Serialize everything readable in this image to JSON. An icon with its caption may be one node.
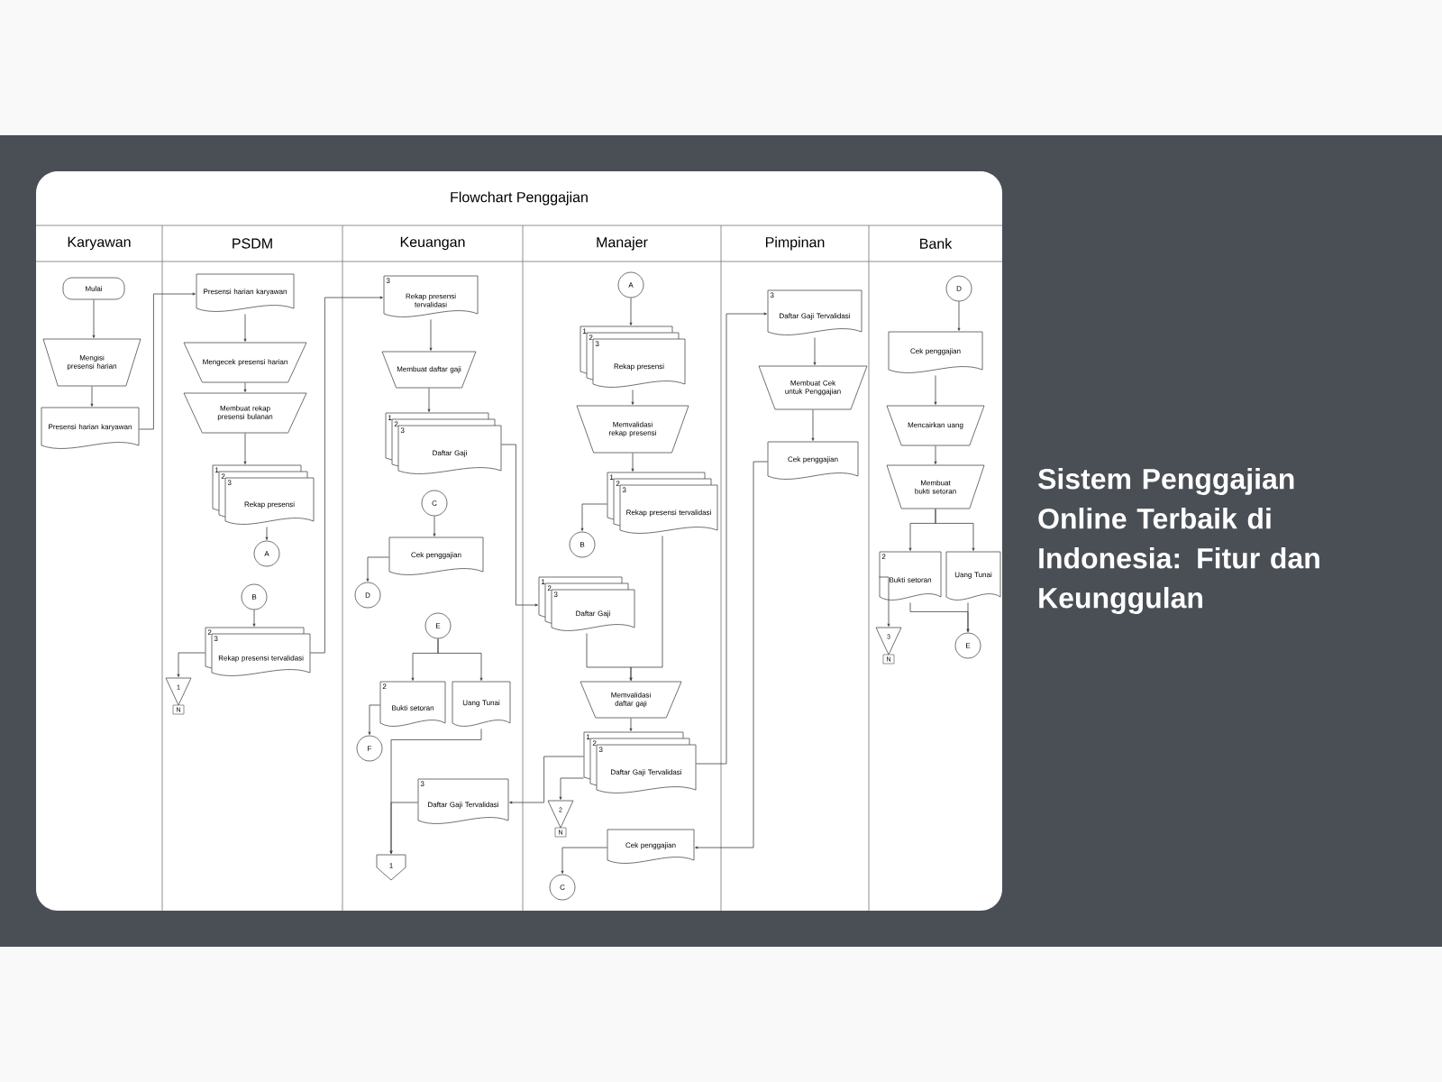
{
  "diagram": {
    "title": "Flowchart Penggajian",
    "nodes": [
      {
        "text": [
          "Mulai"
        ]
      },
      {
        "text": [
          "Mengisi presensi harian"
        ]
      },
      {
        "text": [
          "Presensi harian karyawan"
        ]
      },
      {
        "text": [
          "Presensi harian karyawan"
        ]
      },
      {
        "text": [
          "Mengecek presensi harian"
        ]
      },
      {
        "text": [
          "Membuat rekap presensi bulanan"
        ]
      },
      {
        "text": [
          "1",
          "2",
          "3",
          "Rekap presensi"
        ]
      },
      {
        "text": [
          "A"
        ]
      },
      {
        "text": [
          "B"
        ]
      },
      {
        "text": [
          "2",
          "3",
          "Rekap presensi tervalidasi"
        ]
      },
      {
        "text": [
          "1",
          "N"
        ]
      },
      {
        "text": [
          "3",
          "Rekap presensi tervalidasi"
        ]
      },
      {
        "text": [
          "Membuat daftar gaji"
        ]
      },
      {
        "text": [
          "1",
          "2",
          "3",
          "Daftar Gaji"
        ]
      },
      {
        "text": [
          "C"
        ]
      },
      {
        "text": [
          "Cek penggajian"
        ]
      },
      {
        "text": [
          "D"
        ]
      },
      {
        "text": [
          "E"
        ]
      },
      {
        "text": [
          "2",
          "Bukti setoran"
        ]
      },
      {
        "text": [
          "Uang Tunai"
        ]
      },
      {
        "text": [
          "F"
        ]
      },
      {
        "text": [
          "3",
          "Daftar Gaji Tervalidasi"
        ]
      },
      {
        "text": [
          "1"
        ]
      },
      {
        "text": [
          "A"
        ]
      },
      {
        "text": [
          "1",
          "2",
          "3",
          "Rekap presensi"
        ]
      },
      {
        "text": [
          "Memvalidasi rekap presensi"
        ]
      },
      {
        "text": [
          "1",
          "2",
          "3",
          "Rekap presensi tervalidasi"
        ]
      },
      {
        "text": [
          "B"
        ]
      },
      {
        "text": [
          "1",
          "2",
          "3",
          "Daftar Gaji"
        ]
      },
      {
        "text": [
          "Memvalidasi daftar gaji"
        ]
      },
      {
        "text": [
          "1",
          "2",
          "3",
          "Daftar Gaji Tervalidasi"
        ]
      },
      {
        "text": [
          "2",
          "N"
        ]
      },
      {
        "text": [
          "Cek penggajian"
        ]
      },
      {
        "text": [
          "C"
        ]
      },
      {
        "text": [
          "3",
          "Daftar Gaji Tervalidasi"
        ]
      },
      {
        "text": [
          "Membuat Cek untuk Penggajian"
        ]
      },
      {
        "text": [
          "Cek penggajian"
        ]
      },
      {
        "text": [
          "D"
        ]
      },
      {
        "text": [
          "Cek penggajian"
        ]
      },
      {
        "text": [
          "Mencairkan uang"
        ]
      },
      {
        "text": [
          "Membuat bukti setoran"
        ]
      },
      {
        "text": [
          "2",
          "Bukti setoran"
        ]
      },
      {
        "text": [
          "Uang Tunai"
        ]
      },
      {
        "text": [
          "3",
          "N"
        ]
      },
      {
        "text": [
          "E"
        ]
      }
    ],
    "edges": [
      {
        "from": 0,
        "to": 1,
        "arrow": "to"
      },
      {
        "from": 1,
        "to": 2,
        "arrow": "to"
      },
      {
        "from": 2,
        "to": 3,
        "arrow": "to"
      },
      {
        "from": 3,
        "to": 4,
        "arrow": "to"
      },
      {
        "from": 4,
        "to": 5,
        "arrow": "to"
      },
      {
        "from": 5,
        "to": 6,
        "arrow": "to"
      },
      {
        "from": 6,
        "to": 7,
        "arrow": "to"
      },
      {
        "from": 8,
        "to": 9,
        "arrow": "to"
      },
      {
        "from": 9,
        "to": 10,
        "arrow": "to"
      },
      {
        "from": 9,
        "to": 11,
        "arrow": "to"
      },
      {
        "from": 11,
        "to": 12,
        "arrow": "to"
      },
      {
        "from": 12,
        "to": 13,
        "arrow": "to"
      },
      {
        "from": 13,
        "to": 28,
        "arrow": "to"
      },
      {
        "from": 14,
        "to": 15,
        "arrow": "to"
      },
      {
        "from": 15,
        "to": 16,
        "arrow": "to"
      },
      {
        "from": 17,
        "to": 18,
        "arrow": "to"
      },
      {
        "from": 17,
        "to": 19,
        "arrow": "to"
      },
      {
        "from": 18,
        "to": 20,
        "arrow": "to"
      },
      {
        "from": 19,
        "to": 22,
        "arrow": "to"
      },
      {
        "from": 21,
        "to": 22,
        "arrow": "to"
      },
      {
        "from": 30,
        "to": 21,
        "arrow": "to"
      },
      {
        "from": 30,
        "to": 31,
        "arrow": "to"
      },
      {
        "from": 23,
        "to": 24,
        "arrow": "to"
      },
      {
        "from": 24,
        "to": 25,
        "arrow": "to"
      },
      {
        "from": 25,
        "to": 26,
        "arrow": "to"
      },
      {
        "from": 26,
        "to": 27,
        "arrow": "to"
      },
      {
        "from": 26,
        "to": 29,
        "arrow": "to"
      },
      {
        "from": 28,
        "to": 29,
        "arrow": "to"
      },
      {
        "from": 29,
        "to": 30,
        "arrow": "to"
      },
      {
        "from": 30,
        "to": 34,
        "arrow": "to"
      },
      {
        "from": 34,
        "to": 35,
        "arrow": "to"
      },
      {
        "from": 35,
        "to": 36,
        "arrow": "to"
      },
      {
        "from": 36,
        "to": 32,
        "arrow": "to"
      },
      {
        "from": 32,
        "to": 33,
        "arrow": "to"
      },
      {
        "from": 37,
        "to": 38,
        "arrow": "to"
      },
      {
        "from": 38,
        "to": 39,
        "arrow": "to"
      },
      {
        "from": 39,
        "to": 40,
        "arrow": "to"
      },
      {
        "from": 40,
        "to": 41,
        "arrow": "to"
      },
      {
        "from": 40,
        "to": 42,
        "arrow": "to"
      },
      {
        "from": 41,
        "to": 43,
        "arrow": "to"
      },
      {
        "from": 41,
        "to": 44,
        "arrow": "to"
      },
      {
        "from": 42,
        "to": 44,
        "arrow": "to"
      }
    ],
    "labels": [
      "Karyawan",
      "PSDM",
      "Keuangan",
      "Manajer",
      "Pimpinan",
      "Bank",
      "Sistem Penggajian Online Terbaik di Indonesia: Fitur dan Keunggulan"
    ]
  }
}
